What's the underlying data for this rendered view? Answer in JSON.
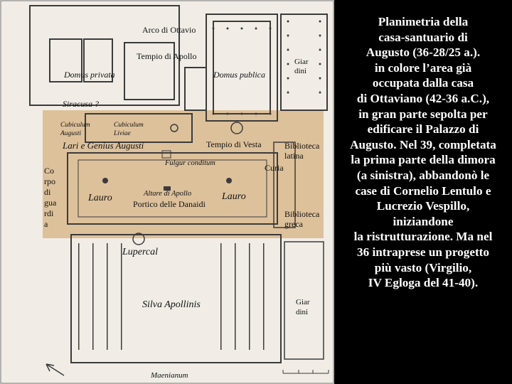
{
  "plan": {
    "labels": {
      "arco": "Arco di Ottavio",
      "tempio_apollo": "Tempio di Apollo",
      "domus_privata": "Domus privata",
      "domus_publica": "Domus publica",
      "giardini_top": [
        "Giar",
        "dini"
      ],
      "siracusa": "Siracusa ?",
      "cubiculum_augusti": [
        "Cubiculum",
        "Augusti"
      ],
      "cubiculum_liviae": [
        "Cubiculum",
        "Liviae"
      ],
      "lari": "Lari e Genius Augusti",
      "tempio_vesta": "Tempio di Vesta",
      "biblioteca_latina": [
        "Biblioteca",
        "latina"
      ],
      "curia": "Curia",
      "fulgur": "Fulgur conditum",
      "corpo": [
        "Co",
        "rpo",
        "di",
        "gua",
        "rdi",
        "a"
      ],
      "lauro_left": "Lauro",
      "altare": "Altare di Apollo",
      "lauro_right": "Lauro",
      "portico": "Portico delle Danaidi",
      "biblioteca_greca": [
        "Biblioteca",
        "greca"
      ],
      "lupercal": "Lupercal",
      "silva": "Silva Apollinis",
      "giardini_bottom": [
        "Giar",
        "dini"
      ],
      "maenianum": "Maenianum"
    },
    "colors": {
      "highlight": "#d9b98d",
      "paper": "#f1ede6",
      "wall": "#3b3b3b"
    }
  },
  "caption": [
    "Planimetria della",
    "casa-santuario di",
    "Augusto (36-28/25 a.).",
    "in colore l’area già",
    "occupata dalla casa",
    "di Ottaviano (42-36 a.C.),",
    "in gran parte sepolta per",
    "edificare il Palazzo di",
    "Augusto. Nel 39, completata",
    "la prima parte della dimora",
    "(a sinistra), abbandonò le",
    "case di Cornelio Lentulo e",
    "Lucrezio Vespillo,",
    "iniziandone",
    "la ristrutturazione. Ma nel",
    "36 intraprese un progetto",
    "più vasto (Virgilio,",
    "IV Egloga del 41-40)."
  ]
}
